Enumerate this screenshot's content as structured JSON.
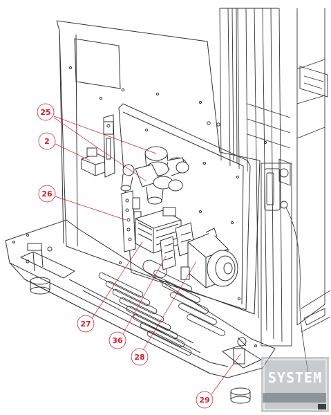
{
  "callouts": {
    "c25": "25",
    "c2": "2",
    "c26": "26",
    "c27": "27",
    "c36": "36",
    "c28": "28",
    "c29": "29"
  },
  "watermark": {
    "text": "SYSTEM"
  },
  "colors": {
    "line": "#333333",
    "leader": "#d4202a",
    "label": "#d4202a",
    "watermark_bg": "#9aa0a6"
  }
}
